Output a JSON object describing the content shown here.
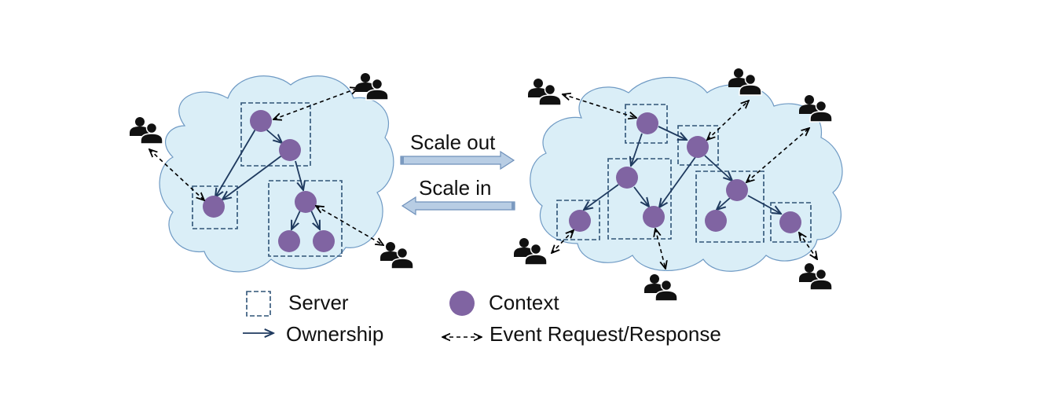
{
  "scale_out_label": "Scale out",
  "scale_in_label": "Scale in",
  "legend": {
    "server_label": "Server",
    "context_label": "Context",
    "ownership_label": "Ownership",
    "event_label": "Event Request/Response"
  },
  "colors": {
    "cloud_fill": "#daeef7",
    "cloud_stroke": "#6f9ac4",
    "context_fill": "#8064a2",
    "server_border": "#2f5377",
    "ownership_line": "#1f3a5f",
    "scale_arrow_fill": "#b8cde4"
  },
  "icons": [
    "user-pair-icon"
  ]
}
